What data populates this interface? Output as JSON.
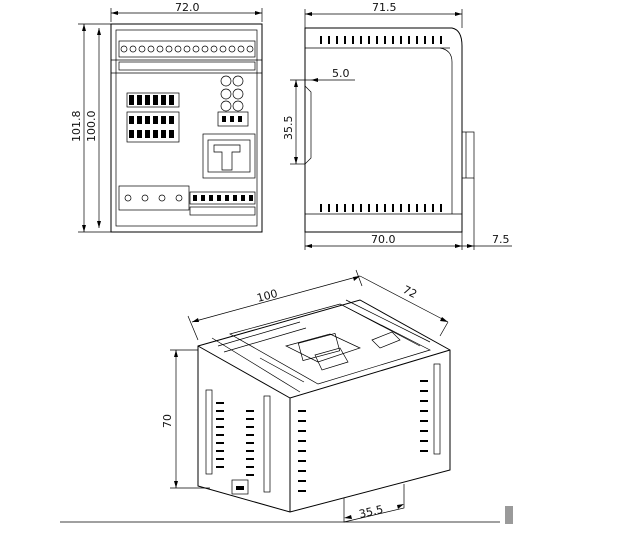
{
  "front_view": {
    "width_label": "72.0",
    "outer_height_label": "101.8",
    "inner_height_label": "100.0"
  },
  "side_view": {
    "depth_label": "71.5",
    "rail_offset_label": "5.0",
    "rail_height_label": "35.5",
    "base_depth_label": "70.0",
    "protrusion_label": "7.5"
  },
  "iso_view": {
    "length_label": "100",
    "width_label": "72",
    "height_label": "70",
    "rail_label": "35.5"
  }
}
